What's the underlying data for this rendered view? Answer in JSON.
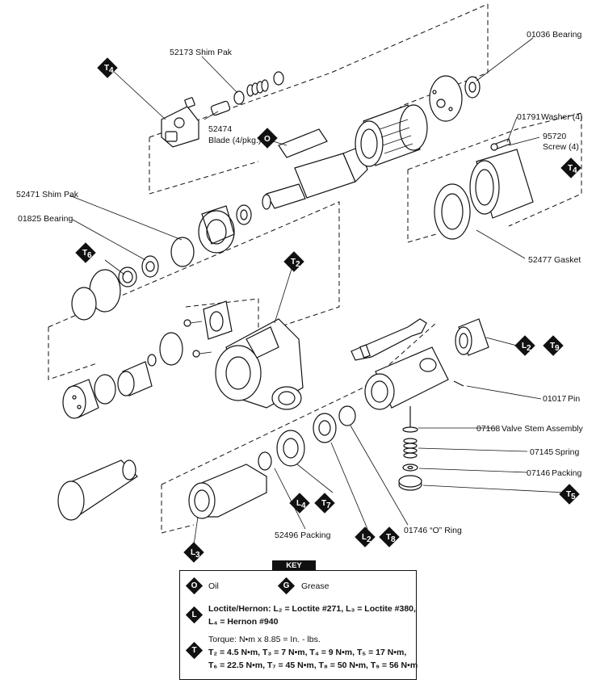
{
  "labels": {
    "shim_pak_52173": "52173 Shim Pak",
    "bearing_01036": "01036 Bearing",
    "blade_52474_num": "52474",
    "blade_52474_txt": "Blade (4/pkg.)",
    "washer_01791_num": "01791",
    "washer_01791_txt": "Washer (4)",
    "screw_95720_num": "95720",
    "screw_95720_txt": "Screw (4)",
    "shim_pak_52471": "52471 Shim Pak",
    "bearing_01825": "01825 Bearing",
    "gasket_52477_num": "52477",
    "gasket_52477_txt": "Gasket",
    "pin_01017_num": "01017",
    "pin_01017_txt": "Pin",
    "valve_07168_num": "07168",
    "valve_07168_txt": "Valve Stem Assembly",
    "spring_07145_num": "07145",
    "spring_07145_txt": "Spring",
    "packing_07146_num": "07146",
    "packing_07146_txt": "Packing",
    "packing_52496": "52496 Packing",
    "oring_01746": "01746 “O” Ring"
  },
  "badges": {
    "t4_top": {
      "letter": "T",
      "sub": "4"
    },
    "o_oil": {
      "letter": "O",
      "sub": ""
    },
    "t4_right": {
      "letter": "T",
      "sub": "4"
    },
    "t6": {
      "letter": "T",
      "sub": "6"
    },
    "t2": {
      "letter": "T",
      "sub": "2"
    },
    "l2_right": {
      "letter": "L",
      "sub": "2"
    },
    "t9": {
      "letter": "T",
      "sub": "9"
    },
    "t5": {
      "letter": "T",
      "sub": "5"
    },
    "l4": {
      "letter": "L",
      "sub": "4"
    },
    "t7": {
      "letter": "T",
      "sub": "7"
    },
    "l2_bottom": {
      "letter": "L",
      "sub": "2"
    },
    "t8": {
      "letter": "T",
      "sub": "8"
    },
    "l3": {
      "letter": "L",
      "sub": "3"
    }
  },
  "key": {
    "title": "KEY",
    "oil_letter": "O",
    "oil_label": "Oil",
    "grease_letter": "G",
    "grease_label": "Grease",
    "loctite_letter": "L",
    "loctite_line1": "Loctite/Hernon:  L₂ = Loctite #271,  L₃ = Loctite #380,",
    "loctite_line2": "L₄ = Hernon #940",
    "torque_letter": "T",
    "torque_line1": "Torque:  N•m x 8.85 = In. - lbs.",
    "torque_line2": "T₂ = 4.5 N•m,  T₃ = 7 N•m,  T₄ = 9 N•m,  T₅ = 17 N•m,",
    "torque_line3": "T₆ = 22.5 N•m,  T₇ = 45 N•m,  T₈ = 50 N•m,  T₉ = 56 N•m"
  }
}
